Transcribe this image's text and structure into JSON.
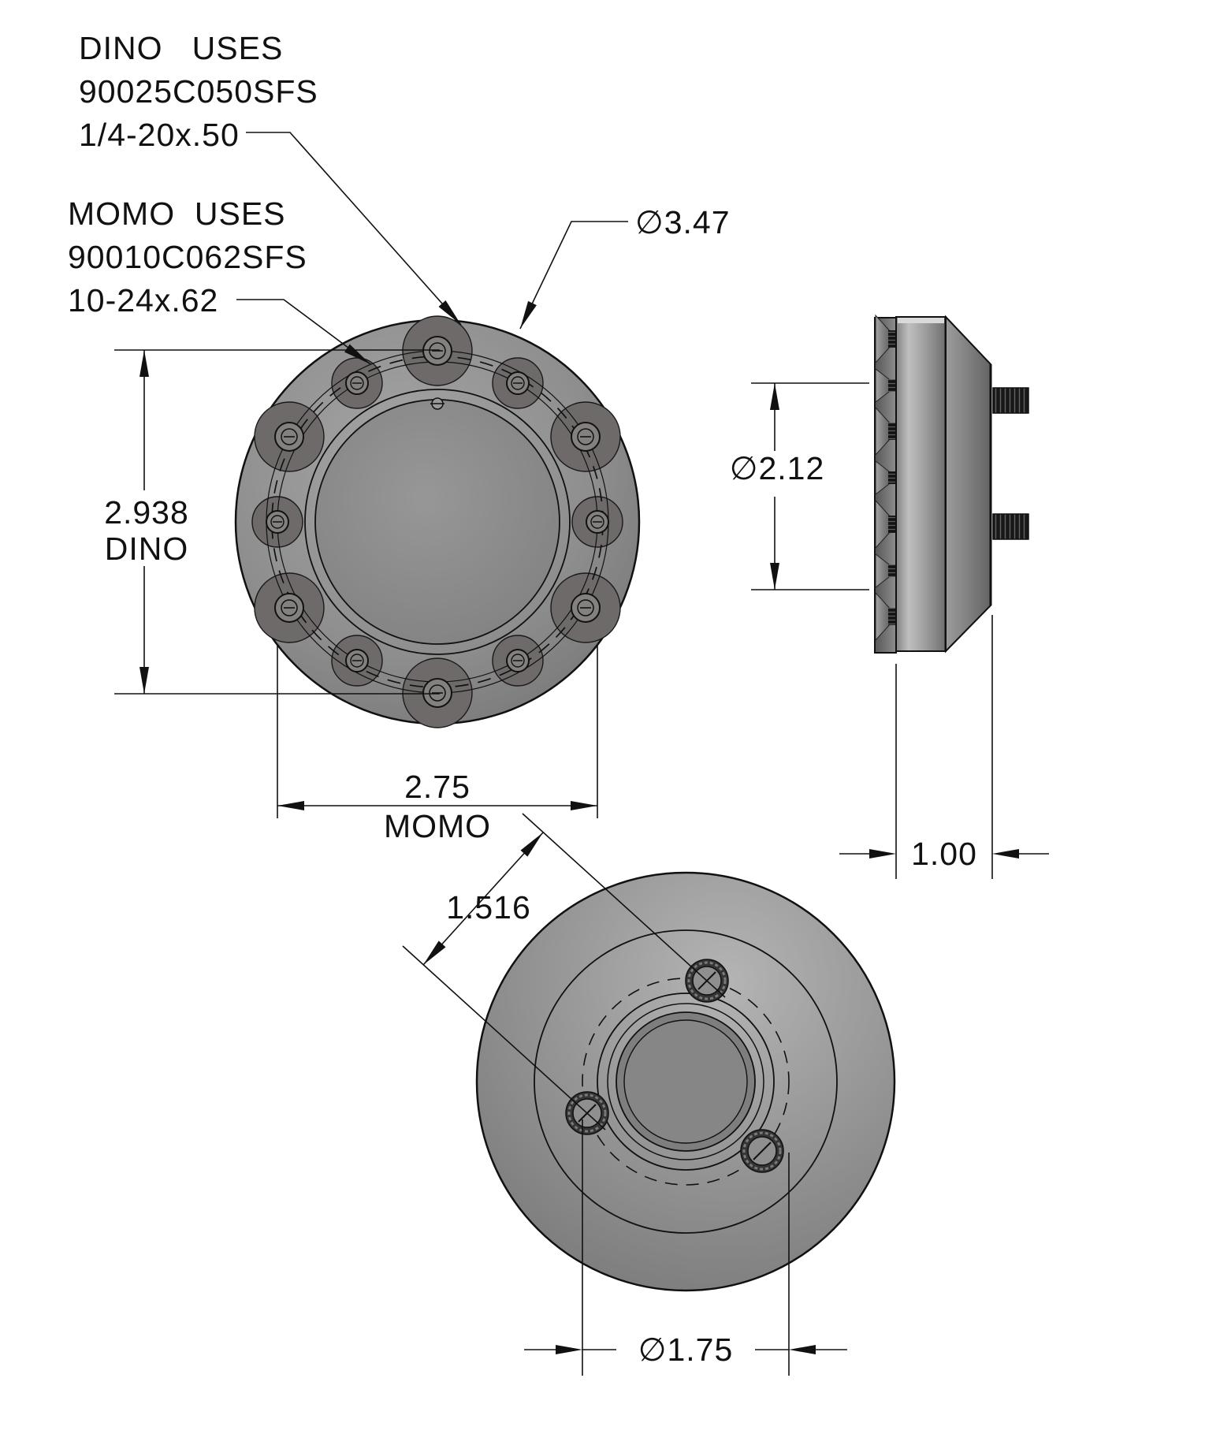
{
  "notes": {
    "dino": [
      "DINO   USES",
      "90025C050SFS",
      "1/4-20x.50"
    ],
    "momo": [
      "MOMO  USES",
      "90010C062SFS",
      "10-24x.62"
    ]
  },
  "front_view": {
    "outer_diameter": "∅3.47",
    "dino_bolt_circle": "2.938",
    "dino_label": "DINO",
    "momo_bolt_circle": "2.75",
    "momo_label": "MOMO"
  },
  "side_view": {
    "hub_diameter": "∅2.12",
    "thickness": "1.00"
  },
  "back_view": {
    "stud_spacing": "1.516",
    "stud_circle_diameter": "∅1.75"
  },
  "colors": {
    "background": "#ffffff",
    "line": "#111111",
    "part_gray": "#8c8c8c",
    "counterbore_gray": "#6e6a6a",
    "stud_black": "#1c1c1c"
  }
}
